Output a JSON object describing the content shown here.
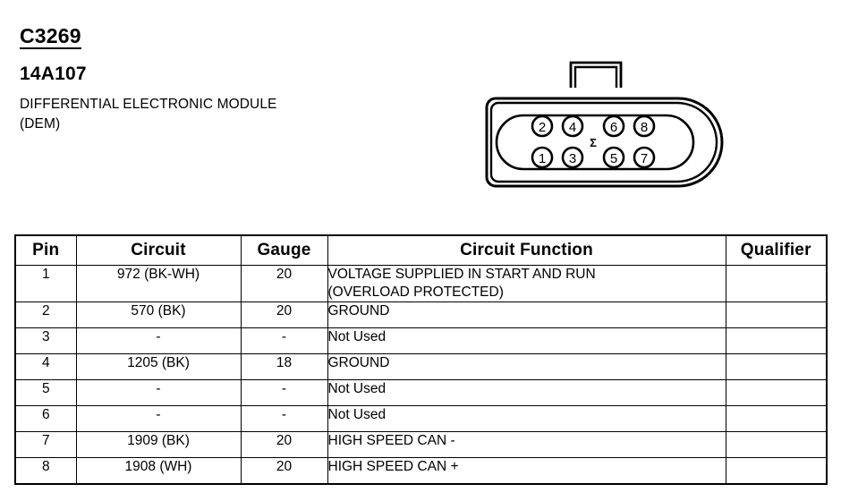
{
  "header": {
    "connector_id": "C3269",
    "part_number": "14A107",
    "component_name": "DIFFERENTIAL ELECTRONIC MODULE\n(DEM)"
  },
  "connector": {
    "type": "8-way-connector-face-view",
    "center_mark": "Σ",
    "pins_top_row": [
      "2",
      "4",
      "6",
      "8"
    ],
    "pins_bottom_row": [
      "1",
      "3",
      "5",
      "7"
    ],
    "line_color": "#000000",
    "fill_color": "#ffffff"
  },
  "table": {
    "columns": [
      "Pin",
      "Circuit",
      "Gauge",
      "Circuit Function",
      "Qualifier"
    ],
    "rows": [
      {
        "pin": "1",
        "circuit": "972 (BK-WH)",
        "gauge": "20",
        "function": "VOLTAGE SUPPLIED IN START AND RUN\n(OVERLOAD PROTECTED)",
        "qualifier": "",
        "tall": true
      },
      {
        "pin": "2",
        "circuit": "570 (BK)",
        "gauge": "20",
        "function": "GROUND",
        "qualifier": "",
        "tall": false
      },
      {
        "pin": "3",
        "circuit": "-",
        "gauge": "-",
        "function": "Not Used",
        "qualifier": "",
        "tall": false
      },
      {
        "pin": "4",
        "circuit": "1205 (BK)",
        "gauge": "18",
        "function": "GROUND",
        "qualifier": "",
        "tall": false
      },
      {
        "pin": "5",
        "circuit": "-",
        "gauge": "-",
        "function": "Not Used",
        "qualifier": "",
        "tall": false
      },
      {
        "pin": "6",
        "circuit": "-",
        "gauge": "-",
        "function": "Not Used",
        "qualifier": "",
        "tall": false
      },
      {
        "pin": "7",
        "circuit": "1909 (BK)",
        "gauge": "20",
        "function": "HIGH SPEED CAN -",
        "qualifier": "",
        "tall": false
      },
      {
        "pin": "8",
        "circuit": "1908 (WH)",
        "gauge": "20",
        "function": "HIGH SPEED CAN +",
        "qualifier": "",
        "tall": false
      }
    ]
  }
}
